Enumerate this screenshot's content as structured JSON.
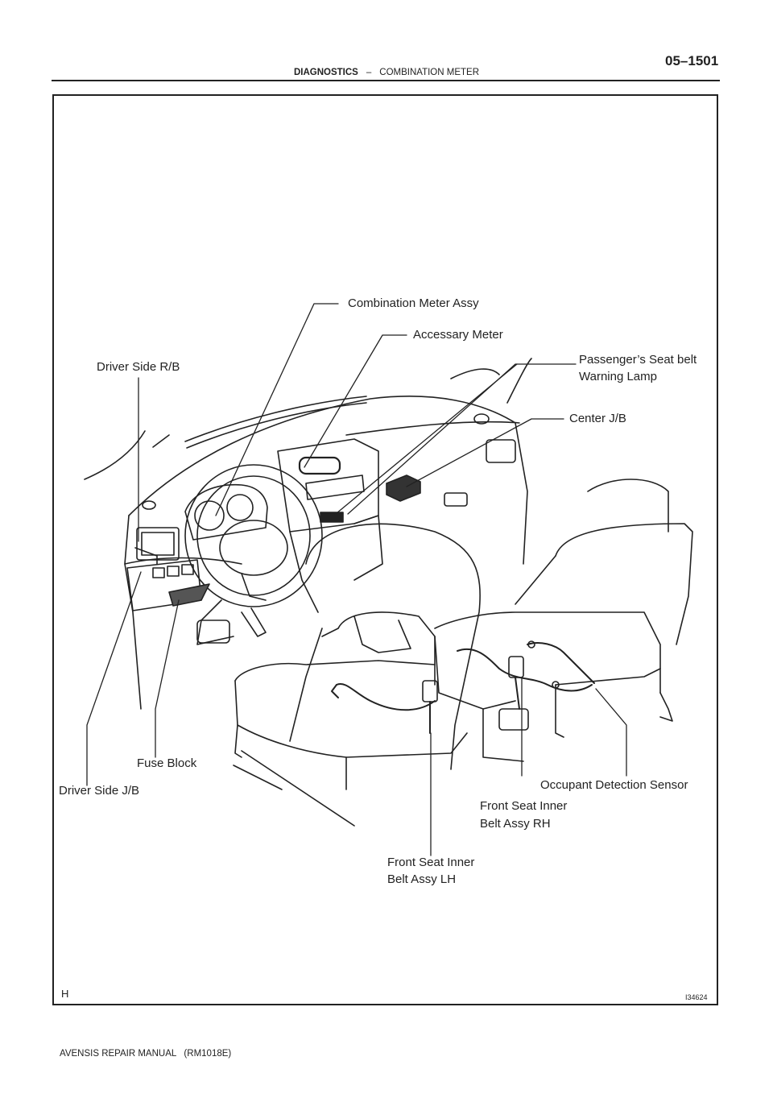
{
  "header": {
    "page_number": "05–1501",
    "section": "DIAGNOSTICS",
    "separator": "–",
    "subsection": "COMBINATION METER"
  },
  "figure": {
    "labels": {
      "combination_meter_assy": "Combination Meter Assy",
      "accessary_meter": "Accessary Meter",
      "driver_side_rb": "Driver Side R/B",
      "passenger_seat_belt_line1": "Passenger’s Seat belt",
      "passenger_seat_belt_line2": "Warning Lamp",
      "center_jb": "Center J/B",
      "fuse_block": "Fuse Block",
      "driver_side_jb": "Driver Side J/B",
      "occupant_detection_sensor": "Occupant Detection Sensor",
      "front_seat_inner_rh_line1": "Front Seat Inner",
      "front_seat_inner_rh_line2": "Belt Assy RH",
      "front_seat_inner_lh_line1": "Front Seat Inner",
      "front_seat_inner_lh_line2": "Belt Assy LH"
    },
    "corner_mark": "H",
    "figure_id": "I34624"
  },
  "footer": {
    "text": "AVENSIS REPAIR MANUAL   (RM1018E)"
  }
}
